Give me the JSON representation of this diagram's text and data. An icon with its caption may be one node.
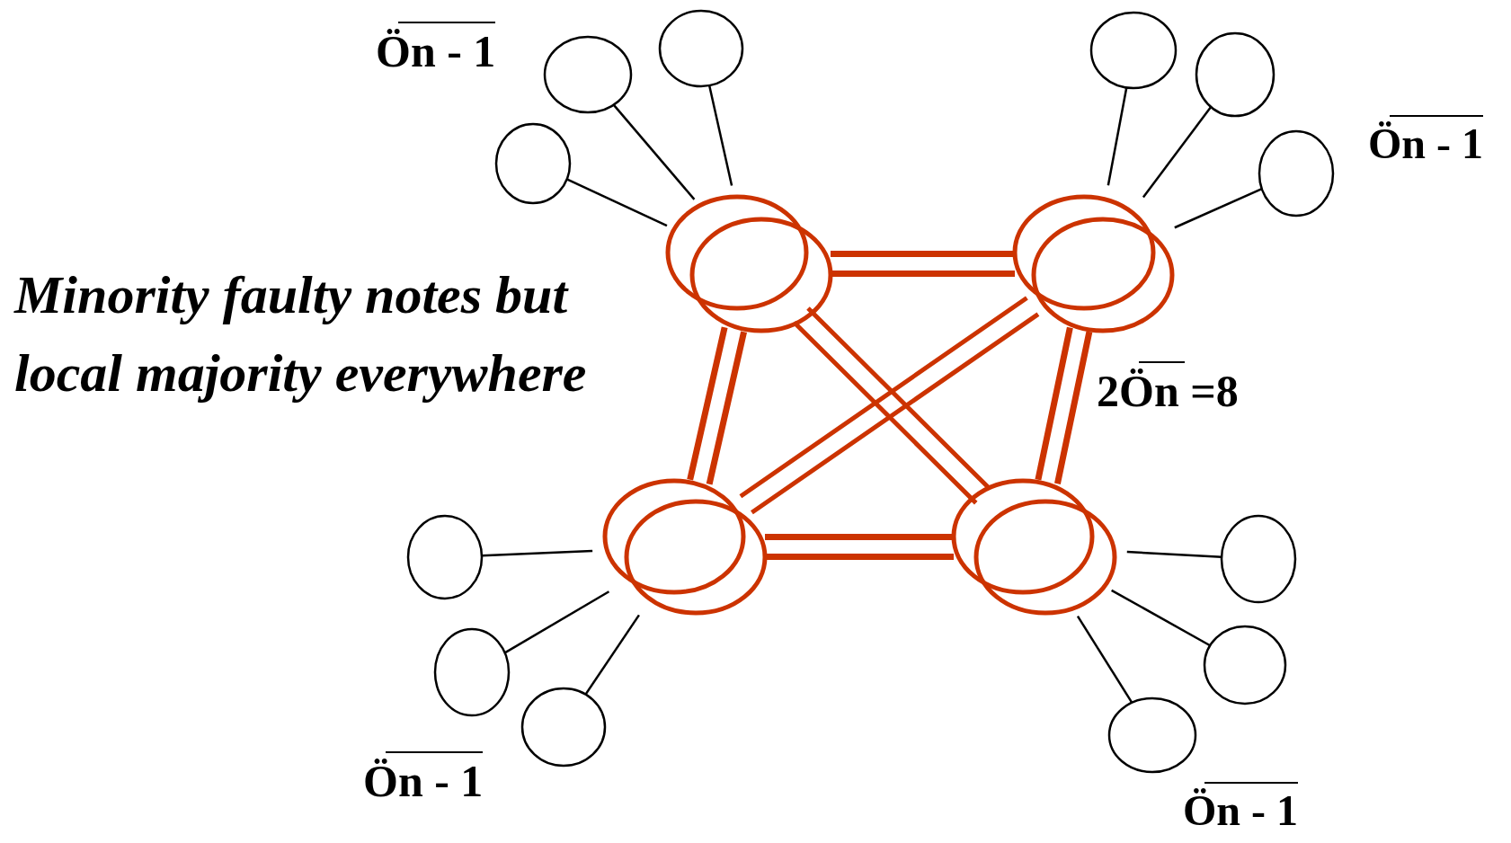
{
  "diagram": {
    "nodes": [
      {
        "text": [],
        "shape": "circle"
      },
      {
        "text": [],
        "shape": "circle"
      },
      {
        "text": [],
        "shape": "circle"
      },
      {
        "text": [],
        "shape": "circle"
      },
      {
        "text": [],
        "shape": "circle"
      },
      {
        "text": [],
        "shape": "circle"
      },
      {
        "text": [],
        "shape": "circle"
      },
      {
        "text": [],
        "shape": "circle"
      },
      {
        "text": [],
        "shape": "circle"
      },
      {
        "text": [],
        "shape": "circle"
      },
      {
        "text": [],
        "shape": "circle"
      },
      {
        "text": [],
        "shape": "circle"
      },
      {
        "text": [],
        "shape": "circle"
      },
      {
        "text": [],
        "shape": "circle"
      },
      {
        "text": [],
        "shape": "circle"
      },
      {
        "text": [],
        "shape": "circle"
      }
    ],
    "edges": [
      {
        "from": 0,
        "to": 1,
        "arrow": "none",
        "style": "thick",
        "color": "#cc3300"
      },
      {
        "from": 0,
        "to": 2,
        "arrow": "none",
        "style": "thick",
        "color": "#cc3300"
      },
      {
        "from": 1,
        "to": 3,
        "arrow": "none",
        "style": "thick",
        "color": "#cc3300"
      },
      {
        "from": 2,
        "to": 3,
        "arrow": "none",
        "style": "thick",
        "color": "#cc3300"
      },
      {
        "from": 0,
        "to": 3,
        "arrow": "none",
        "color": "#cc3300"
      },
      {
        "from": 1,
        "to": 2,
        "arrow": "none",
        "color": "#cc3300"
      },
      {
        "from": 4,
        "to": 0,
        "arrow": "none"
      },
      {
        "from": 5,
        "to": 0,
        "arrow": "none"
      },
      {
        "from": 6,
        "to": 0,
        "arrow": "none"
      },
      {
        "from": 7,
        "to": 1,
        "arrow": "none"
      },
      {
        "from": 8,
        "to": 1,
        "arrow": "none"
      },
      {
        "from": 9,
        "to": 1,
        "arrow": "none"
      },
      {
        "from": 10,
        "to": 2,
        "arrow": "none"
      },
      {
        "from": 11,
        "to": 2,
        "arrow": "none"
      },
      {
        "from": 12,
        "to": 2,
        "arrow": "none"
      },
      {
        "from": 13,
        "to": 3,
        "arrow": "none"
      },
      {
        "from": 14,
        "to": 3,
        "arrow": "none"
      },
      {
        "from": 15,
        "to": 3,
        "arrow": "none"
      }
    ],
    "labels": [
      "Ön - 1",
      "Ön - 1",
      "Minority *faulty notes* but local majority everywhere",
      "2Ön =8",
      "Ön - 1",
      "Ön - 1"
    ]
  }
}
